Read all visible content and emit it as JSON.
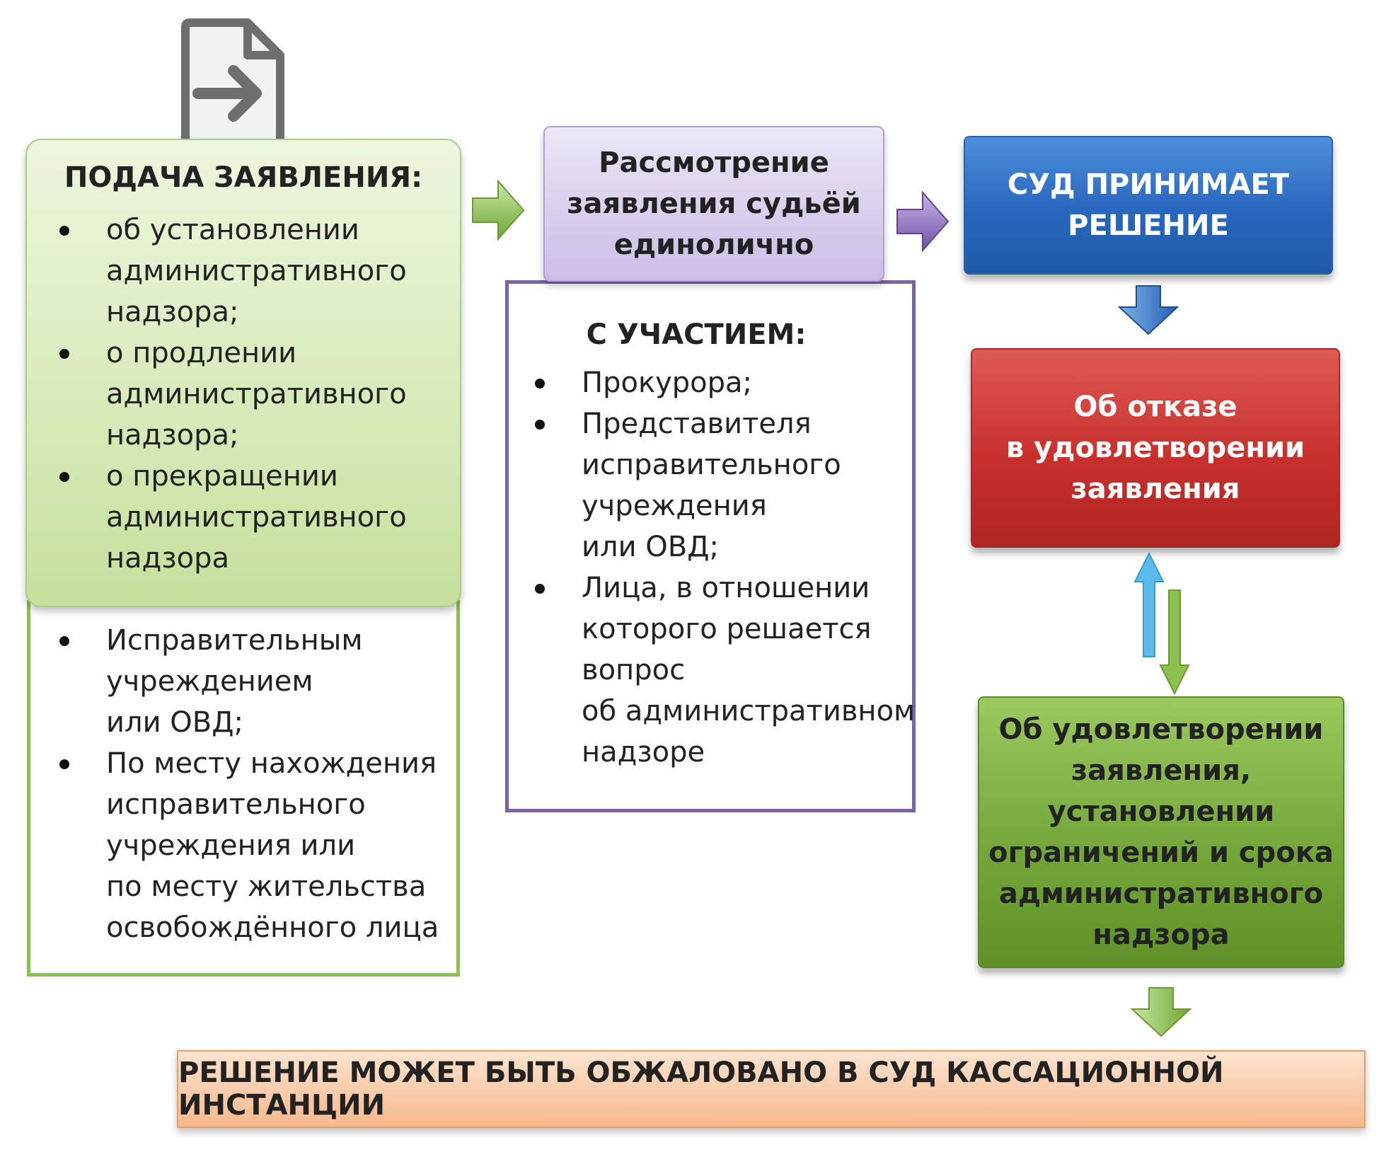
{
  "filing": {
    "title": "ПОДАЧА ЗАЯВЛЕНИЯ:",
    "items": [
      "об установлении\nадминистративного\nнадзора;",
      "о продлении\nадминистративного\nнадзора;",
      "о прекращении\nадминистративного\nнадзора"
    ],
    "filed_by": [
      "Исправительным\nучреждением\nили ОВД;",
      "По месту нахождения\nисправительного\nучреждения или\nпо месту жительства\nосвобождённого лица"
    ]
  },
  "review": {
    "label": "Рассмотрение\nзаявления судьёй\nединолично"
  },
  "participation": {
    "title": "С УЧАСТИЕМ:",
    "items": [
      "Прокурора;",
      "Представителя\nисправительного\nучреждения\nили ОВД;",
      "Лица, в отношении\nкоторого решается\nвопрос\nоб административном\nнадзоре"
    ]
  },
  "court": {
    "label": "СУД ПРИНИМАЕТ\nРЕШЕНИЕ"
  },
  "refusal": {
    "label": "Об отказе\nв удовлетворении\nзаявления"
  },
  "satisfaction": {
    "label": "Об удовлетворении\nзаявления,\nустановлении\nограничений и срока\nадминистративного\nнадзора"
  },
  "appeal": {
    "label": "РЕШЕНИЕ МОЖЕТ БЫТЬ ОБЖАЛОВАНО В СУД КАССАЦИОННОЙ ИНСТАНЦИИ"
  },
  "colors": {
    "green_arrow": "#8cc04f",
    "purple_arrow": "#8a67b8",
    "blue_arrow": "#3b7cd0",
    "cyan_arrow": "#5bbcec",
    "icon": "#6e6e6e"
  }
}
